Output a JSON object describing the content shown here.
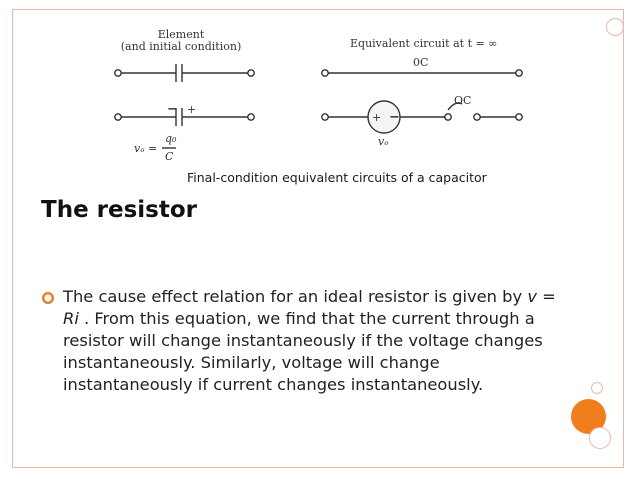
{
  "slide": {
    "caption": "Final-condition equivalent circuits of a capacitor",
    "heading": "The resistor",
    "bullet_pre": "The cause effect relation for an ideal resistor  is given by ",
    "bullet_eq": "v = Ri",
    "bullet_post": " . From this equation, we find that the current through a resistor will change instantaneously if the voltage changes instantaneously. Similarly, voltage will change instantaneously if current changes instantaneously."
  },
  "diagram": {
    "left_title_line1": "Element",
    "left_title_line2": "(and initial condition)",
    "right_title": "Equivalent circuit at t = ∞",
    "label_0c_top": "0C",
    "label_oc": "OC",
    "minus": "−",
    "plus": "+",
    "vo_eq_lhs": "vₒ =",
    "q0": "q₀",
    "cap_c": "C",
    "vo": "vₒ",
    "src_plus": "+",
    "src_minus": "−"
  },
  "colors": {
    "frame": "#e9b8a8",
    "accent_orange": "#f5a25a",
    "accent_orange_big": "#f07e1d",
    "bullet": "#e7843b"
  }
}
